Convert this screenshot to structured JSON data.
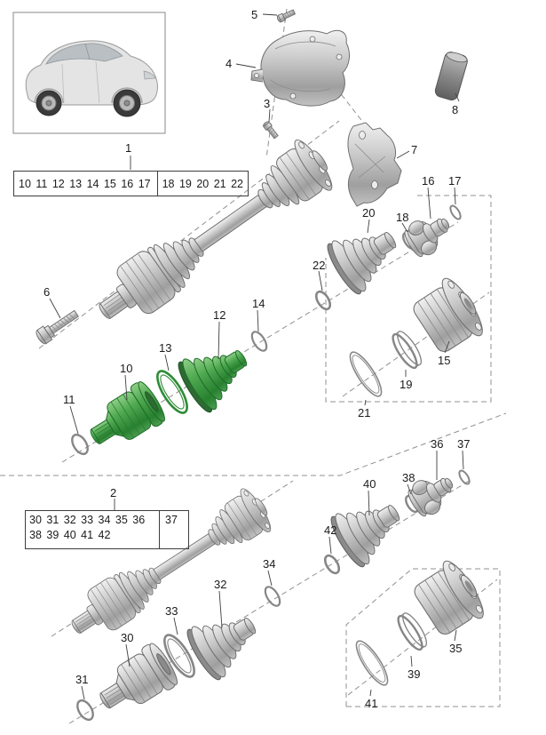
{
  "page": {
    "background": "#ffffff"
  },
  "labels": {
    "n1": "1",
    "n2": "2",
    "n3": "3",
    "n4": "4",
    "n5": "5",
    "n6": "6",
    "n7": "7",
    "n8": "8",
    "n10": "10",
    "n11": "11",
    "n12": "12",
    "n13": "13",
    "n14": "14",
    "n15": "15",
    "n16": "16",
    "n17": "17",
    "n18": "18",
    "n19": "19",
    "n20": "20",
    "n21": "21",
    "n22": "22",
    "n30": "30",
    "n31": "31",
    "n32": "32",
    "n33": "33",
    "n34": "34",
    "n35": "35",
    "n36": "36",
    "n37": "37",
    "n38": "38",
    "n39": "39",
    "n40": "40",
    "n41": "41",
    "n42": "42"
  },
  "groups": {
    "shaft1": {
      "cell_left": "10 11 12 13 14 15 16 17",
      "cell_right": "18 19 20 21 22"
    },
    "shaft2": {
      "row1_left": "30 31 32 33 34 35 36",
      "row1_right": "37",
      "row2_left": "38 39 40 41 42"
    }
  },
  "colors": {
    "highlight_green": "#3f9d46",
    "metal_gray": "#c9c9c9",
    "dash_line": "#909090"
  }
}
